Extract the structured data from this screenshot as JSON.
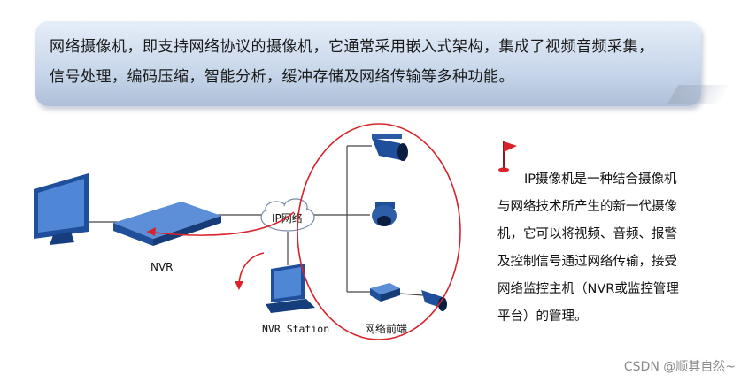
{
  "banner": {
    "line1": "网络摄像机，即支持网络协议的摄像机，它通常采用嵌入式架构，集成了视频音频采集，",
    "line2": "信号处理，编码压缩，智能分析，缓冲存储及网络传输等多种功能。"
  },
  "diagram": {
    "cloud_label": "IP网络",
    "nvr_label": "NVR",
    "station_label": "NVR Station",
    "front_label": "网络前端"
  },
  "side": {
    "line1": "IP摄像机是一种结合摄像机",
    "line2": "与网络技术所产生的新一代摄像",
    "line3": "机，它可以将视频、音频、报警",
    "line4": "及控制信号通过网络传输，接受",
    "line5": "网络监控主机（NVR或监控管理",
    "line6": "平台）的管理。"
  },
  "footer": {
    "watermark": "CSDN @顺其自然~"
  },
  "colors": {
    "accent_red": "#d8232a",
    "device_blue": "#1f4f9a",
    "banner_blue": "#c7d6ea"
  }
}
